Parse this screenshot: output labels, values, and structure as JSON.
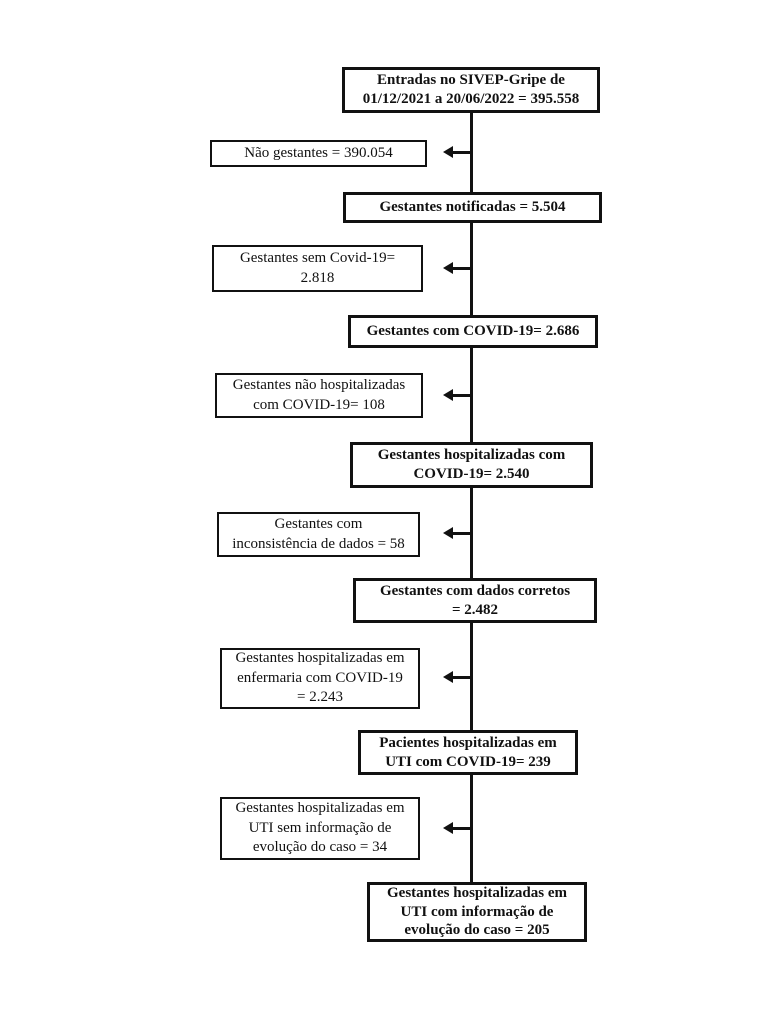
{
  "flowchart": {
    "title": "Fluxograma de seleção de gestantes SIVEP-Gripe",
    "colors": {
      "line": "#111111",
      "box_border": "#111111",
      "text": "#111111",
      "background": "#ffffff"
    },
    "main_column": [
      {
        "label": "Entradas no SIVEP-Gripe de\n01/12/2021 a 20/06/2022 = 395.558"
      },
      {
        "label": "Gestantes notificadas = 5.504"
      },
      {
        "label": "Gestantes com COVID-19= 2.686"
      },
      {
        "label": "Gestantes hospitalizadas com\nCOVID-19= 2.540"
      },
      {
        "label": "Gestantes com dados corretos\n= 2.482"
      },
      {
        "label": "Pacientes hospitalizadas em\nUTI com COVID-19= 239"
      },
      {
        "label": "Gestantes hospitalizadas em\nUTI com informação de\nevolução do caso = 205"
      }
    ],
    "excluded_column": [
      {
        "label": "Não gestantes = 390.054"
      },
      {
        "label": "Gestantes sem Covid-19=\n2.818"
      },
      {
        "label": "Gestantes não hospitalizadas\ncom COVID-19= 108"
      },
      {
        "label": "Gestantes com\ninconsistência de dados = 58"
      },
      {
        "label": "Gestantes hospitalizadas em\nenfermaria com COVID-19\n= 2.243"
      },
      {
        "label": "Gestantes hospitalizadas em\nUTI sem informação de\nevolução do caso = 34"
      }
    ]
  }
}
